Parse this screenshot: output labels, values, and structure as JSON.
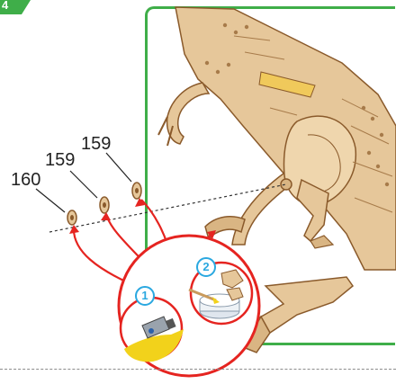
{
  "step": {
    "number": "4"
  },
  "parts": [
    {
      "label": "160"
    },
    {
      "label": "159"
    },
    {
      "label": "159"
    }
  ],
  "detail": {
    "badges": [
      {
        "label": "1"
      },
      {
        "label": "2"
      }
    ]
  },
  "colors": {
    "frame_green": "#3fae49",
    "arrow_red": "#e52420",
    "badge_blue": "#2aa8e0",
    "plywood": "#e6c79a",
    "plywood_edge": "#8a5a2b",
    "glue_yellow": "#f2d21b"
  },
  "icons": [
    "glue-tube-icon",
    "glue-dish-icon",
    "brush-icon"
  ]
}
